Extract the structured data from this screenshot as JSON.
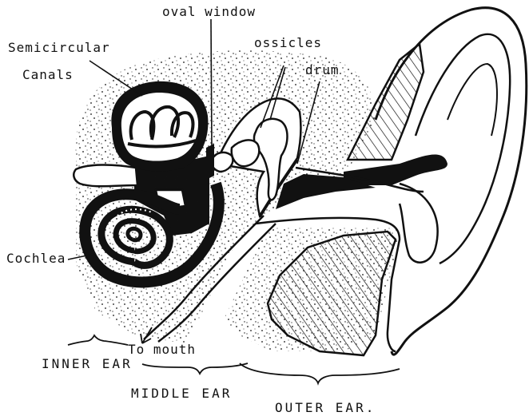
{
  "labels": {
    "oval_window": "oval window",
    "semicircular": "Semicircular",
    "canals": "Canals",
    "ossicles": "ossicles",
    "drum": "drum",
    "cochlea": "Cochlea",
    "to_mouth": "To mouth",
    "inner_ear": "INNER EAR",
    "middle_ear": "MIDDLE EAR",
    "outer_ear": "OUTER EAR."
  },
  "colors": {
    "ink": "#111111",
    "paper": "#ffffff"
  }
}
